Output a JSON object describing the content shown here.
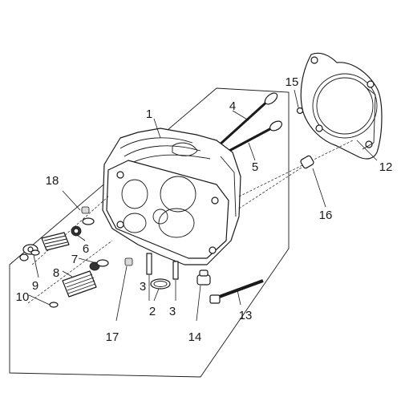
{
  "diagram": {
    "callouts": [
      {
        "id": "1",
        "text": "1"
      },
      {
        "id": "2",
        "text": "2"
      },
      {
        "id": "3a",
        "text": "3"
      },
      {
        "id": "3b",
        "text": "3"
      },
      {
        "id": "4",
        "text": "4"
      },
      {
        "id": "5",
        "text": "5"
      },
      {
        "id": "6",
        "text": "6"
      },
      {
        "id": "7",
        "text": "7"
      },
      {
        "id": "8",
        "text": "8"
      },
      {
        "id": "9",
        "text": "9"
      },
      {
        "id": "10",
        "text": "10"
      },
      {
        "id": "12",
        "text": "12"
      },
      {
        "id": "13",
        "text": "13"
      },
      {
        "id": "14",
        "text": "14"
      },
      {
        "id": "15",
        "text": "15"
      },
      {
        "id": "16",
        "text": "16"
      },
      {
        "id": "17",
        "text": "17"
      },
      {
        "id": "18",
        "text": "18"
      }
    ]
  }
}
